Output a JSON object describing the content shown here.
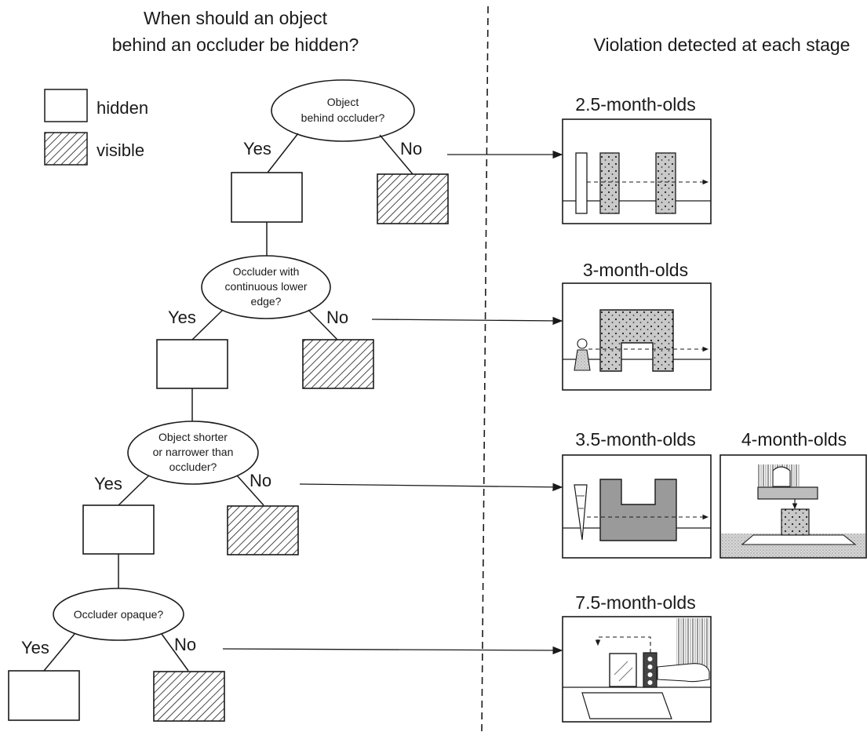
{
  "left_title": [
    "When should an object",
    "behind an occluder be hidden?"
  ],
  "right_title": "Violation detected at each stage",
  "legend": {
    "hidden": "hidden",
    "visible": "visible"
  },
  "decisions": [
    {
      "question": [
        "Object",
        "behind occluder?"
      ],
      "yes": "Yes",
      "no": "No"
    },
    {
      "question": [
        "Occluder with",
        "continuous lower",
        "edge?"
      ],
      "yes": "Yes",
      "no": "No"
    },
    {
      "question": [
        "Object shorter",
        "or narrower than",
        "occluder?"
      ],
      "yes": "Yes",
      "no": "No"
    },
    {
      "question": [
        "Occluder opaque?"
      ],
      "yes": "Yes",
      "no": "No"
    }
  ],
  "stages": [
    {
      "label": "2.5-month-olds"
    },
    {
      "label": "3-month-olds"
    },
    {
      "label": "3.5-month-olds"
    },
    {
      "label": "4-month-olds"
    },
    {
      "label": "7.5-month-olds"
    }
  ],
  "colors": {
    "ink": "#1a1a1a",
    "panel_fill": "#ffffff",
    "screen_fill": "#9a9a9a"
  }
}
